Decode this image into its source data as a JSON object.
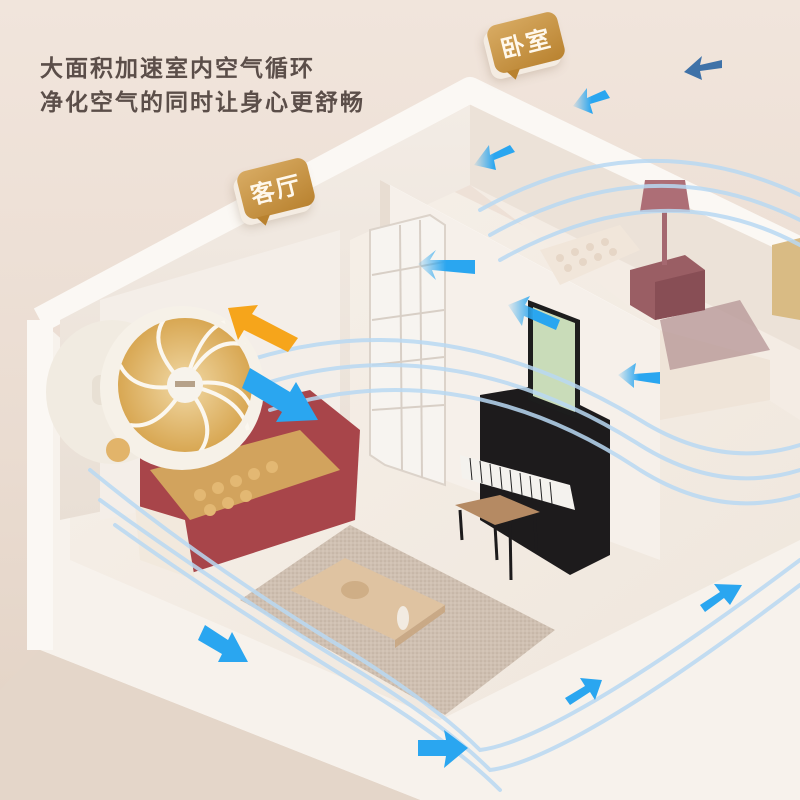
{
  "headline": {
    "line1": "大面积加速室内空气循环",
    "line2": "净化空气的同时让身心更舒畅"
  },
  "room_labels": {
    "bedroom": "卧室",
    "living_room": "客厅"
  },
  "colors": {
    "background": "#efe3da",
    "headline_text": "#5b4e49",
    "label_gold": "#c4913f",
    "airflow_blue": "#2aa6f0",
    "airflow_dark_blue": "#3f72a8",
    "outflow_orange": "#f6a51b",
    "wall_white": "#fbf8f4",
    "airflow_line": "#b9d9f3"
  },
  "icons": {
    "fan": "circulation-fan-icon",
    "arrow_in": "blue-airflow-arrow-icon",
    "arrow_out": "orange-airflow-arrow-icon"
  }
}
